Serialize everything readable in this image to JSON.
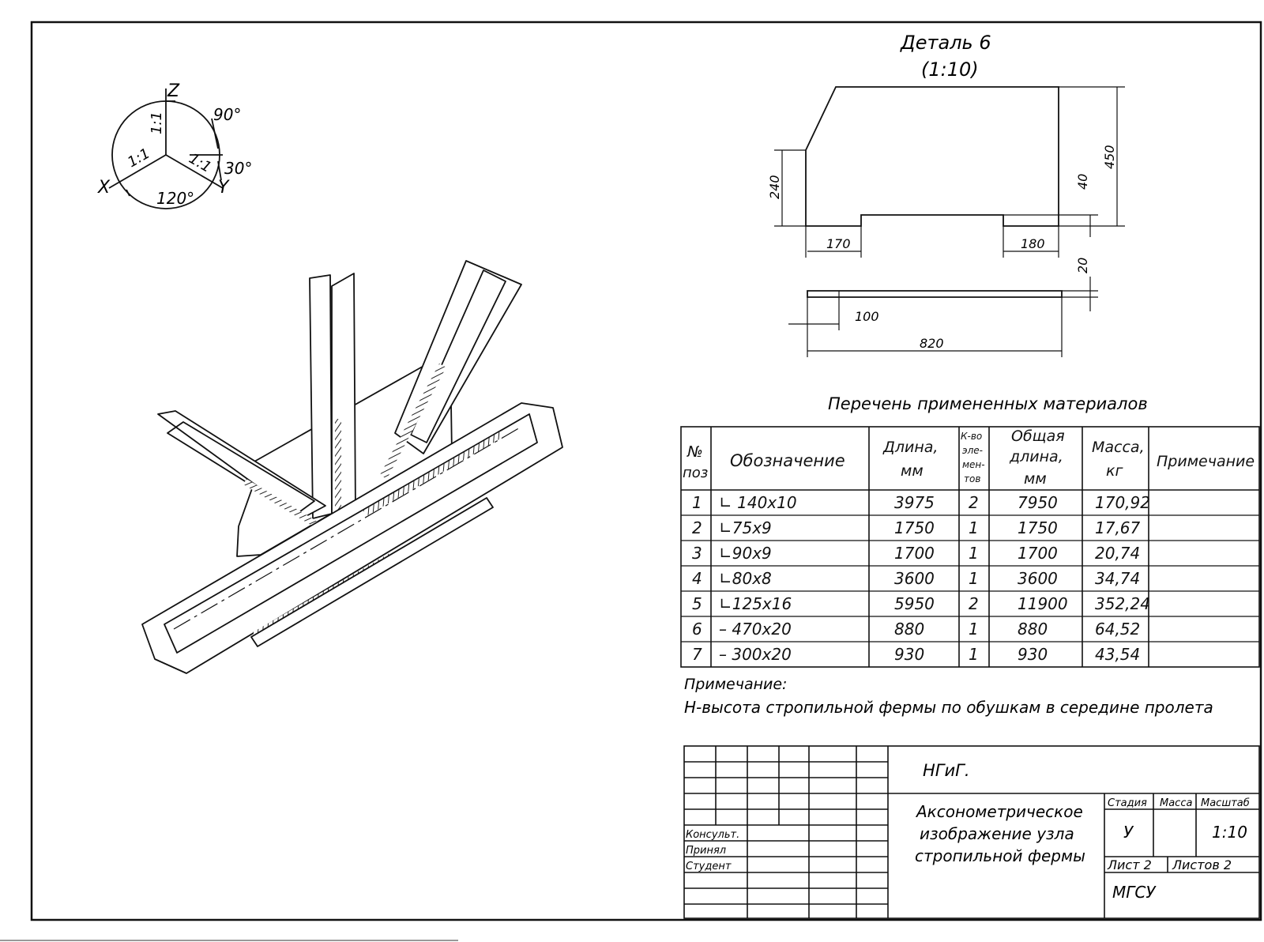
{
  "detail": {
    "title": "Деталь 6",
    "scale": "(1:10)",
    "dims": {
      "d240": "240",
      "d450": "450",
      "d40": "40",
      "d170": "170",
      "d180": "180",
      "d20": "20",
      "d100": "100",
      "d820": "820"
    }
  },
  "axes": {
    "z": "Z",
    "x": "X",
    "y": "Y",
    "a90": "90°",
    "a30": "30°",
    "a120": "120°",
    "r1": "1:1",
    "r2": "1:1",
    "r3": "1:1"
  },
  "materials": {
    "title": "Перечень примененных материалов",
    "headers": {
      "num": "№",
      "num2": "поз",
      "designation": "Обозначение",
      "length1": "Длина,",
      "length2": "мм",
      "count1": "К-во",
      "count2": "эле-",
      "count3": "мен-",
      "count4": "тов",
      "total1": "Общая",
      "total2": "длина,",
      "total3": "мм",
      "mass1": "Масса,",
      "mass2": "кг",
      "note": "Примечание"
    },
    "rows": [
      {
        "pos": "1",
        "name": "∟ 140х10",
        "len": "3975",
        "cnt": "2",
        "total": "7950",
        "mass": "170,92"
      },
      {
        "pos": "2",
        "name": "∟75х9",
        "len": "1750",
        "cnt": "1",
        "total": "1750",
        "mass": "17,67"
      },
      {
        "pos": "3",
        "name": "∟90х9",
        "len": "1700",
        "cnt": "1",
        "total": "1700",
        "mass": "20,74"
      },
      {
        "pos": "4",
        "name": "∟80х8",
        "len": "3600",
        "cnt": "1",
        "total": "3600",
        "mass": "34,74"
      },
      {
        "pos": "5",
        "name": "∟125х16",
        "len": "5950",
        "cnt": "2",
        "total": "11900",
        "mass": "352,24"
      },
      {
        "pos": "6",
        "name": "– 470х20",
        "len": "880",
        "cnt": "1",
        "total": "880",
        "mass": "64,52"
      },
      {
        "pos": "7",
        "name": "– 300х20",
        "len": "930",
        "cnt": "1",
        "total": "930",
        "mass": "43,54"
      }
    ]
  },
  "note": {
    "label": "Примечание:",
    "text": "Н-высота стропильной фермы по обушкам в середине пролета"
  },
  "titleblock": {
    "code": "НГиГ.",
    "title1": "Аксонометрическое",
    "title2": "изображение узла",
    "title3": "стропильной фермы",
    "stage_label": "Стадия",
    "mass_label": "Масса",
    "scale_label": "Масштаб",
    "stage": "У",
    "scale": "1:10",
    "sheet": "Лист 2",
    "sheets": "Листов 2",
    "org": "МГСУ",
    "consult": "Консульт.",
    "accepted": "Принял",
    "student": "Студент"
  }
}
